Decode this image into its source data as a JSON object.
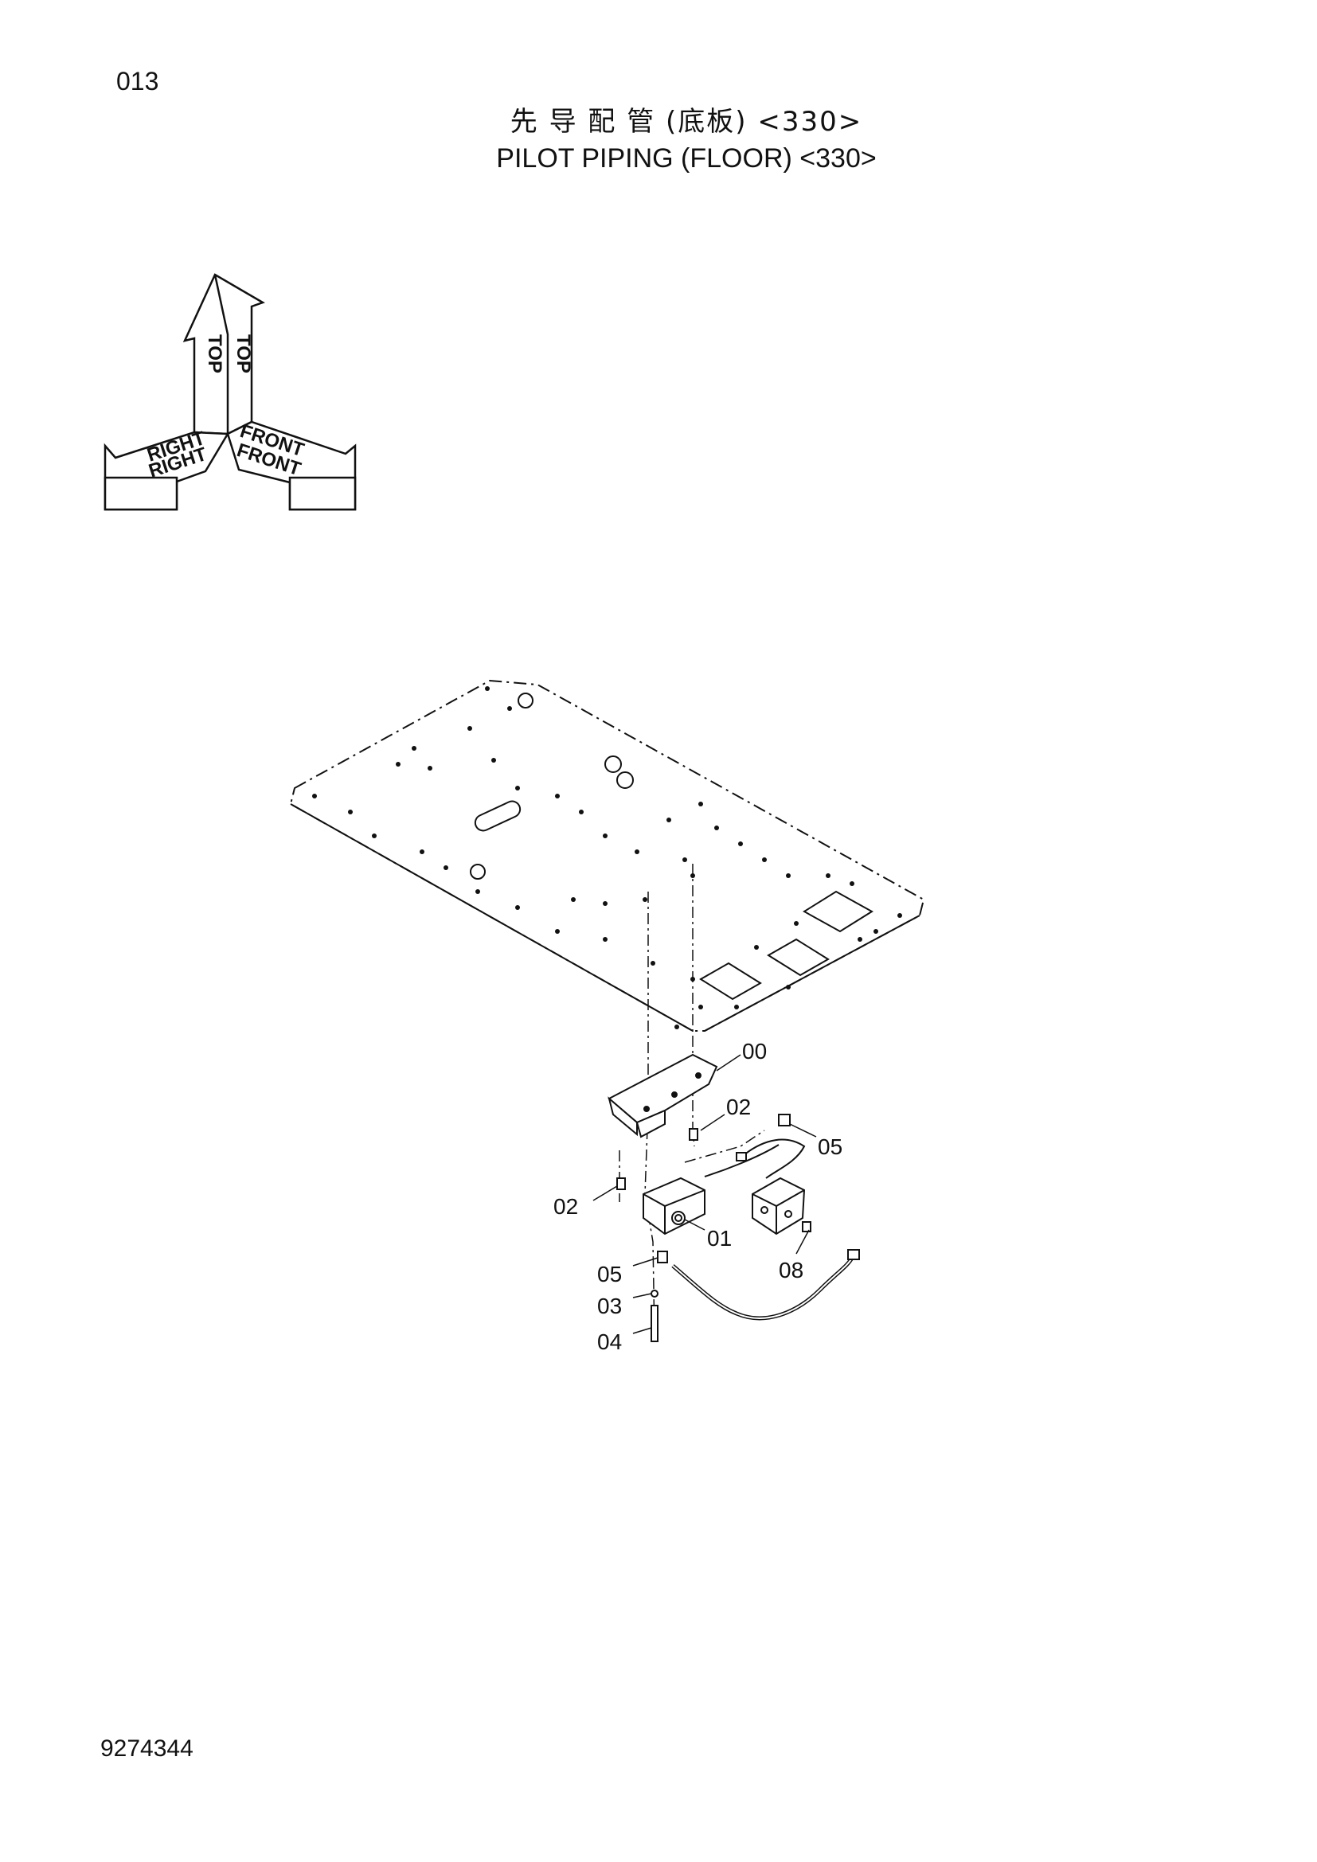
{
  "page_number": "013",
  "title_cn": "先 导 配 管 (底板) <330>",
  "title_en": "PILOT  PIPING (FLOOR) <330>",
  "drawing_number": "9274344",
  "orientation": {
    "top": "TOP",
    "right": "RIGHT",
    "front": "FRONT"
  },
  "callouts": [
    {
      "id": "c00",
      "label": "00"
    },
    {
      "id": "c02a",
      "label": "02"
    },
    {
      "id": "c05a",
      "label": "05"
    },
    {
      "id": "c02b",
      "label": "02"
    },
    {
      "id": "c01",
      "label": "01"
    },
    {
      "id": "c08",
      "label": "08"
    },
    {
      "id": "c05b",
      "label": "05"
    },
    {
      "id": "c03",
      "label": "03"
    },
    {
      "id": "c04",
      "label": "04"
    }
  ],
  "colors": {
    "line": "#111111",
    "background": "#ffffff"
  }
}
